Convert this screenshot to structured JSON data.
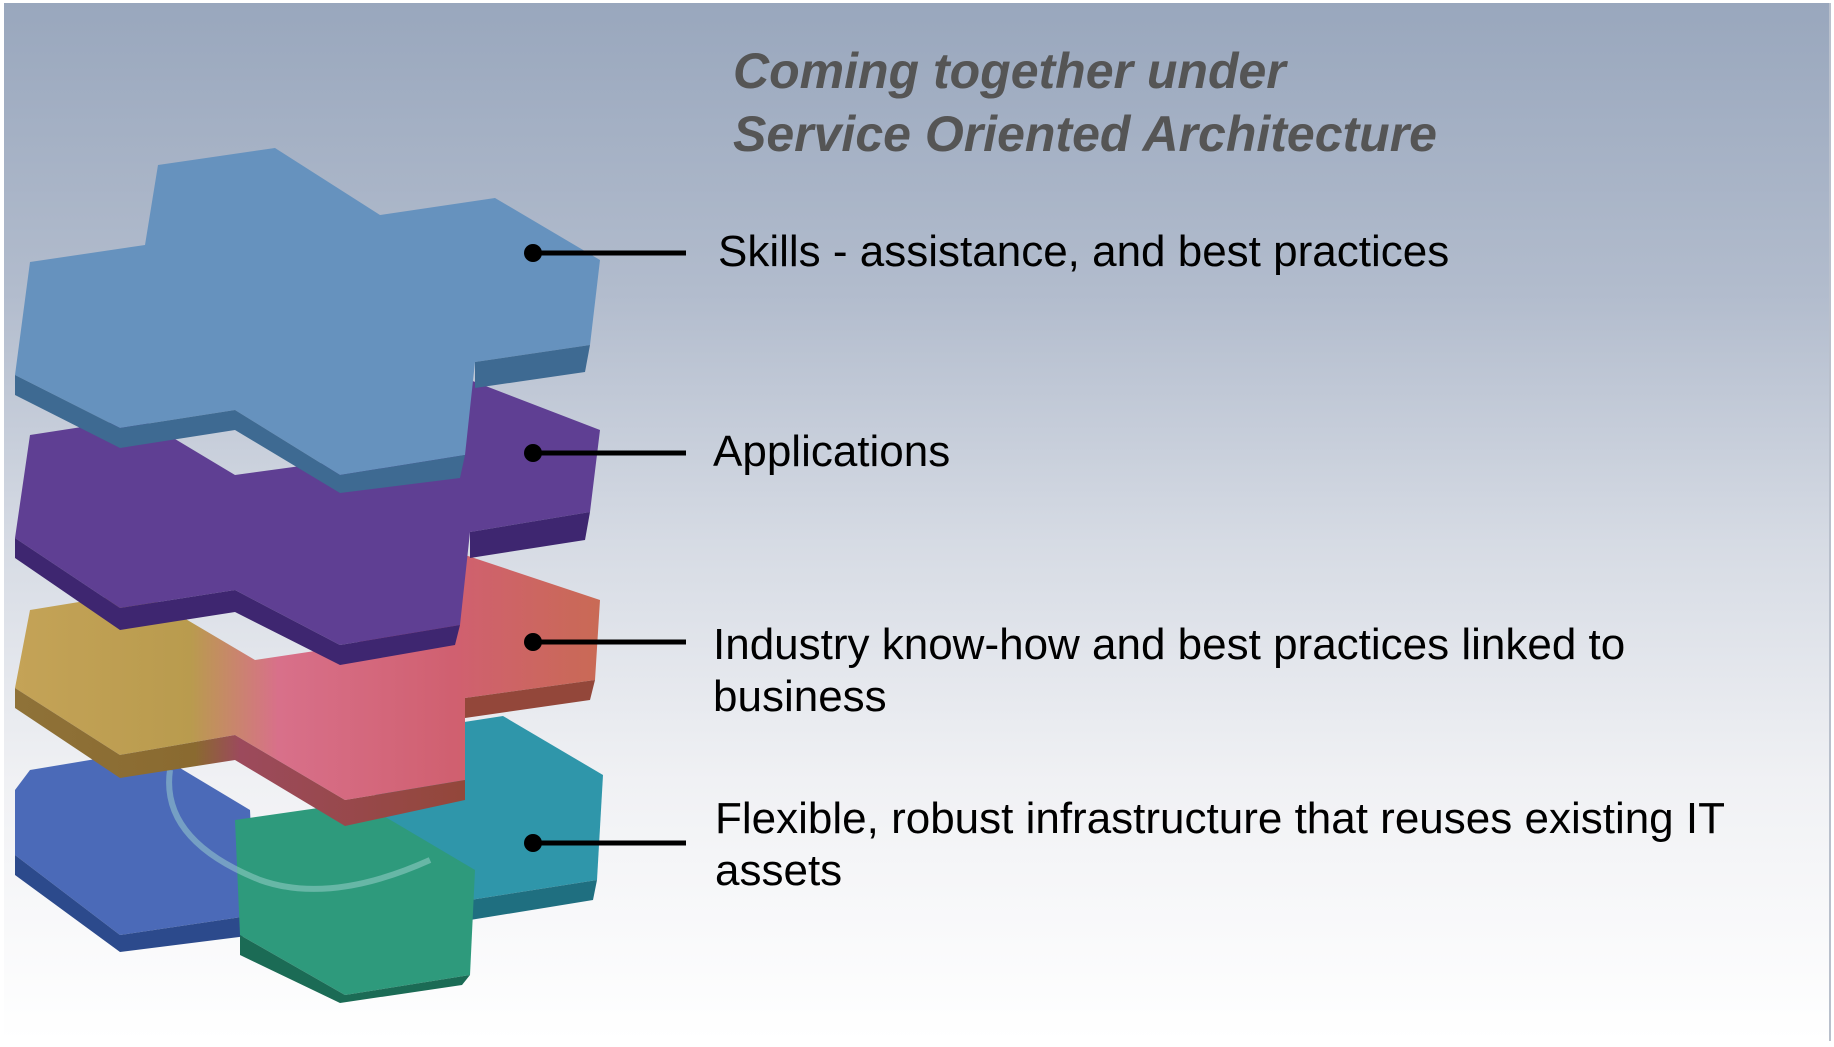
{
  "title": {
    "line1": "Coming together under",
    "line2": "Service Oriented Architecture"
  },
  "layers": [
    {
      "id": "skills",
      "label": "Skills - assistance, and best practices",
      "color": "#6692be"
    },
    {
      "id": "applications",
      "label": "Applications",
      "color": "#5f3f93"
    },
    {
      "id": "industry",
      "label": "Industry know-how and best practices linked to business",
      "colors": [
        "#c0a050",
        "#d5667c",
        "#c96a55"
      ]
    },
    {
      "id": "infrastructure",
      "label": "Flexible, robust infrastructure that reuses existing IT assets",
      "colors": [
        "#4b6ab8",
        "#2e9a7c",
        "#3796aa"
      ]
    }
  ],
  "colors": {
    "title": "#555555",
    "text": "#000000",
    "background_top": "#99a7bd",
    "background_bottom": "#ffffff"
  }
}
